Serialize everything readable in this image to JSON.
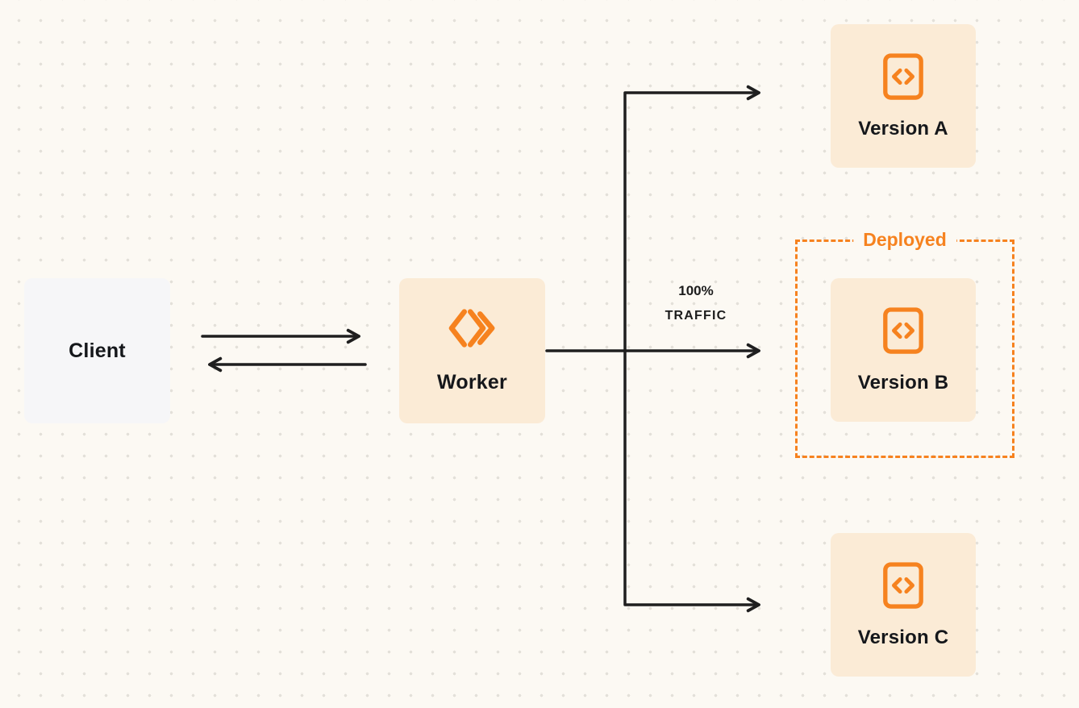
{
  "colors": {
    "background": "#FCF9F3",
    "grid_dot": "#E3E0D9",
    "accent_orange": "#F6821F",
    "node_fill_orange": "#FBEBD6",
    "node_fill_gray": "#F6F6F8",
    "arrow": "#1F1F1F",
    "text_dark": "#15171B"
  },
  "nodes": {
    "client": {
      "label": "Client"
    },
    "worker": {
      "label": "Worker",
      "icon": "workers-logo-icon"
    },
    "version_a": {
      "label": "Version A",
      "icon": "code-icon"
    },
    "version_b": {
      "label": "Version B",
      "icon": "code-icon"
    },
    "version_c": {
      "label": "Version C",
      "icon": "code-icon"
    }
  },
  "groups": {
    "deployed": {
      "label": "Deployed"
    }
  },
  "edges": {
    "worker_to_version_b": {
      "label_percent": "100%",
      "label_caption": "TRAFFIC"
    }
  }
}
